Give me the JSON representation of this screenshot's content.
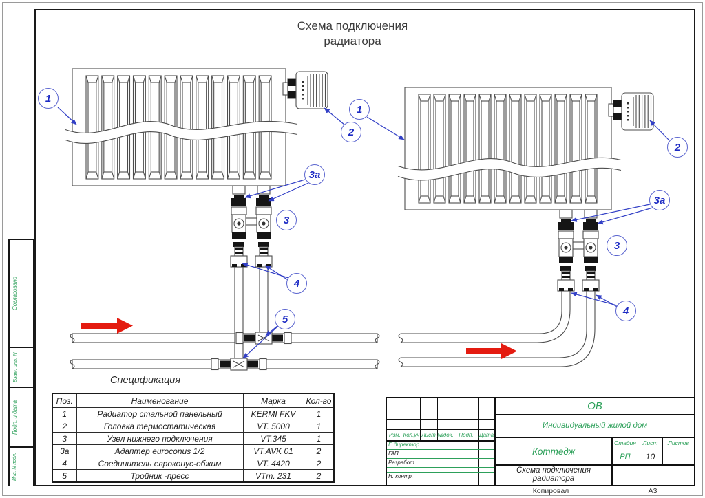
{
  "drawing_title": {
    "line1": "Схема подключения",
    "line2": "радиатора"
  },
  "callout_labels": {
    "n1": "1",
    "n2": "2",
    "n3": "3",
    "n3a": "3а",
    "n4": "4",
    "n5": "5"
  },
  "radiator_panel_count": 12,
  "colors": {
    "frame_green": "#2da05a",
    "callout_blue": "#1d2bc4",
    "flow_red": "#e41b10",
    "line_gray": "#4d4d4d"
  },
  "spec_table": {
    "caption": "Спецификация",
    "headers": [
      "Поз.",
      "Наименование",
      "Марка",
      "Кол-во"
    ],
    "rows": [
      {
        "pos": "1",
        "name": "Радиатор стальной панельный",
        "mark": "KERMI  FKV",
        "qty": "1"
      },
      {
        "pos": "2",
        "name": "Головка термостатическая",
        "mark": "VT. 5000",
        "qty": "1"
      },
      {
        "pos": "3",
        "name": "Узел нижнего подключения",
        "mark": "VT.345",
        "qty": "1"
      },
      {
        "pos": "3а",
        "name": "Адаптер   euroconus 1/2",
        "mark": "VT.AVK 01",
        "qty": "2"
      },
      {
        "pos": "4",
        "name": "Соединитель евроконус-обжим",
        "mark": "VT. 4420",
        "qty": "2"
      },
      {
        "pos": "5",
        "name": "Тройник -пресс",
        "mark": "VTm. 231",
        "qty": "2"
      }
    ]
  },
  "left_strip": {
    "agreed": "Согласовано",
    "block1": "Взам. инв. N",
    "block2": "Подп. и дата",
    "block3": "Инв. N подл."
  },
  "title_block": {
    "header_cols": [
      "Изм.",
      "Кол.уч",
      "Лист",
      "№док.",
      "Подп.",
      "Дата"
    ],
    "roles": [
      "Г. директор",
      "ГАП",
      "Разработ.",
      "Н. контр."
    ],
    "section_code": "ОВ",
    "project": "Индивидуальный жилой дом",
    "object_name": "Коттедж",
    "stage_label": "Стадия",
    "sheet_label": "Лист",
    "sheets_label": "Листов",
    "stage": "РП",
    "sheet_number": "10",
    "sheets_total": "",
    "drawing_name": "Схема подключения радиатора"
  },
  "footer": {
    "copied_by": "Копировал",
    "format": "А3"
  }
}
